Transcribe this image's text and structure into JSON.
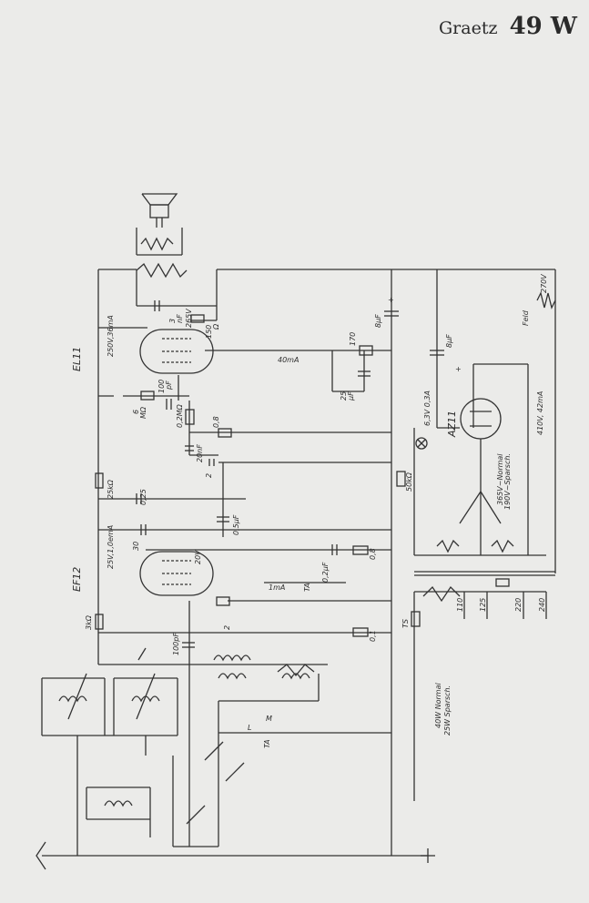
{
  "title": {
    "brand": "Graetz",
    "model": "49 W"
  },
  "tubes": {
    "el11": "EL11",
    "ef12": "EF12",
    "az11": "AZ11"
  },
  "labels": {
    "v250": "250V,36mA",
    "c3nf": "3",
    "nf": "nF",
    "v265": "265V",
    "r150": "150",
    "ohm": "Ω",
    "c100": "100",
    "pf": "pF",
    "r6": "6",
    "mohm": "MΩ",
    "ma40": "40mA",
    "r170": "170",
    "c25": "25",
    "uf": "µF",
    "c8a": "8µF",
    "c8b": "8µF",
    "feld": "Feld",
    "v270": "270V",
    "r02": "0,2MΩ",
    "r08": "0,8",
    "c20": "20nF",
    "c2": "2",
    "v63": "6,3V 0,3A",
    "v410": "410V, 42mA",
    "r25k": "25kΩ",
    "c025": "0,25",
    "r50k": "50kΩ",
    "v365": "365V~Normal",
    "v190": "190V~Sparsch.",
    "c30": "30",
    "c05": "0,5µF",
    "v25": "25V,1,0emA",
    "v20": "20V",
    "r08b": "0,8",
    "c02": "0,2µF",
    "ma1": "1mA",
    "r3k": "3kΩ",
    "ta1": "TA",
    "r2m": "2",
    "c100b": "100pF",
    "r01": "0,1",
    "ts": "TS",
    "t110": "110",
    "t125": "125",
    "t220": "220",
    "t240": "240",
    "p40": "40W Normal",
    "p25": "25W Sparsch.",
    "sw_l": "L",
    "sw_m": "M",
    "ta2": "TA",
    "plus": "+",
    "plus2": "+"
  }
}
